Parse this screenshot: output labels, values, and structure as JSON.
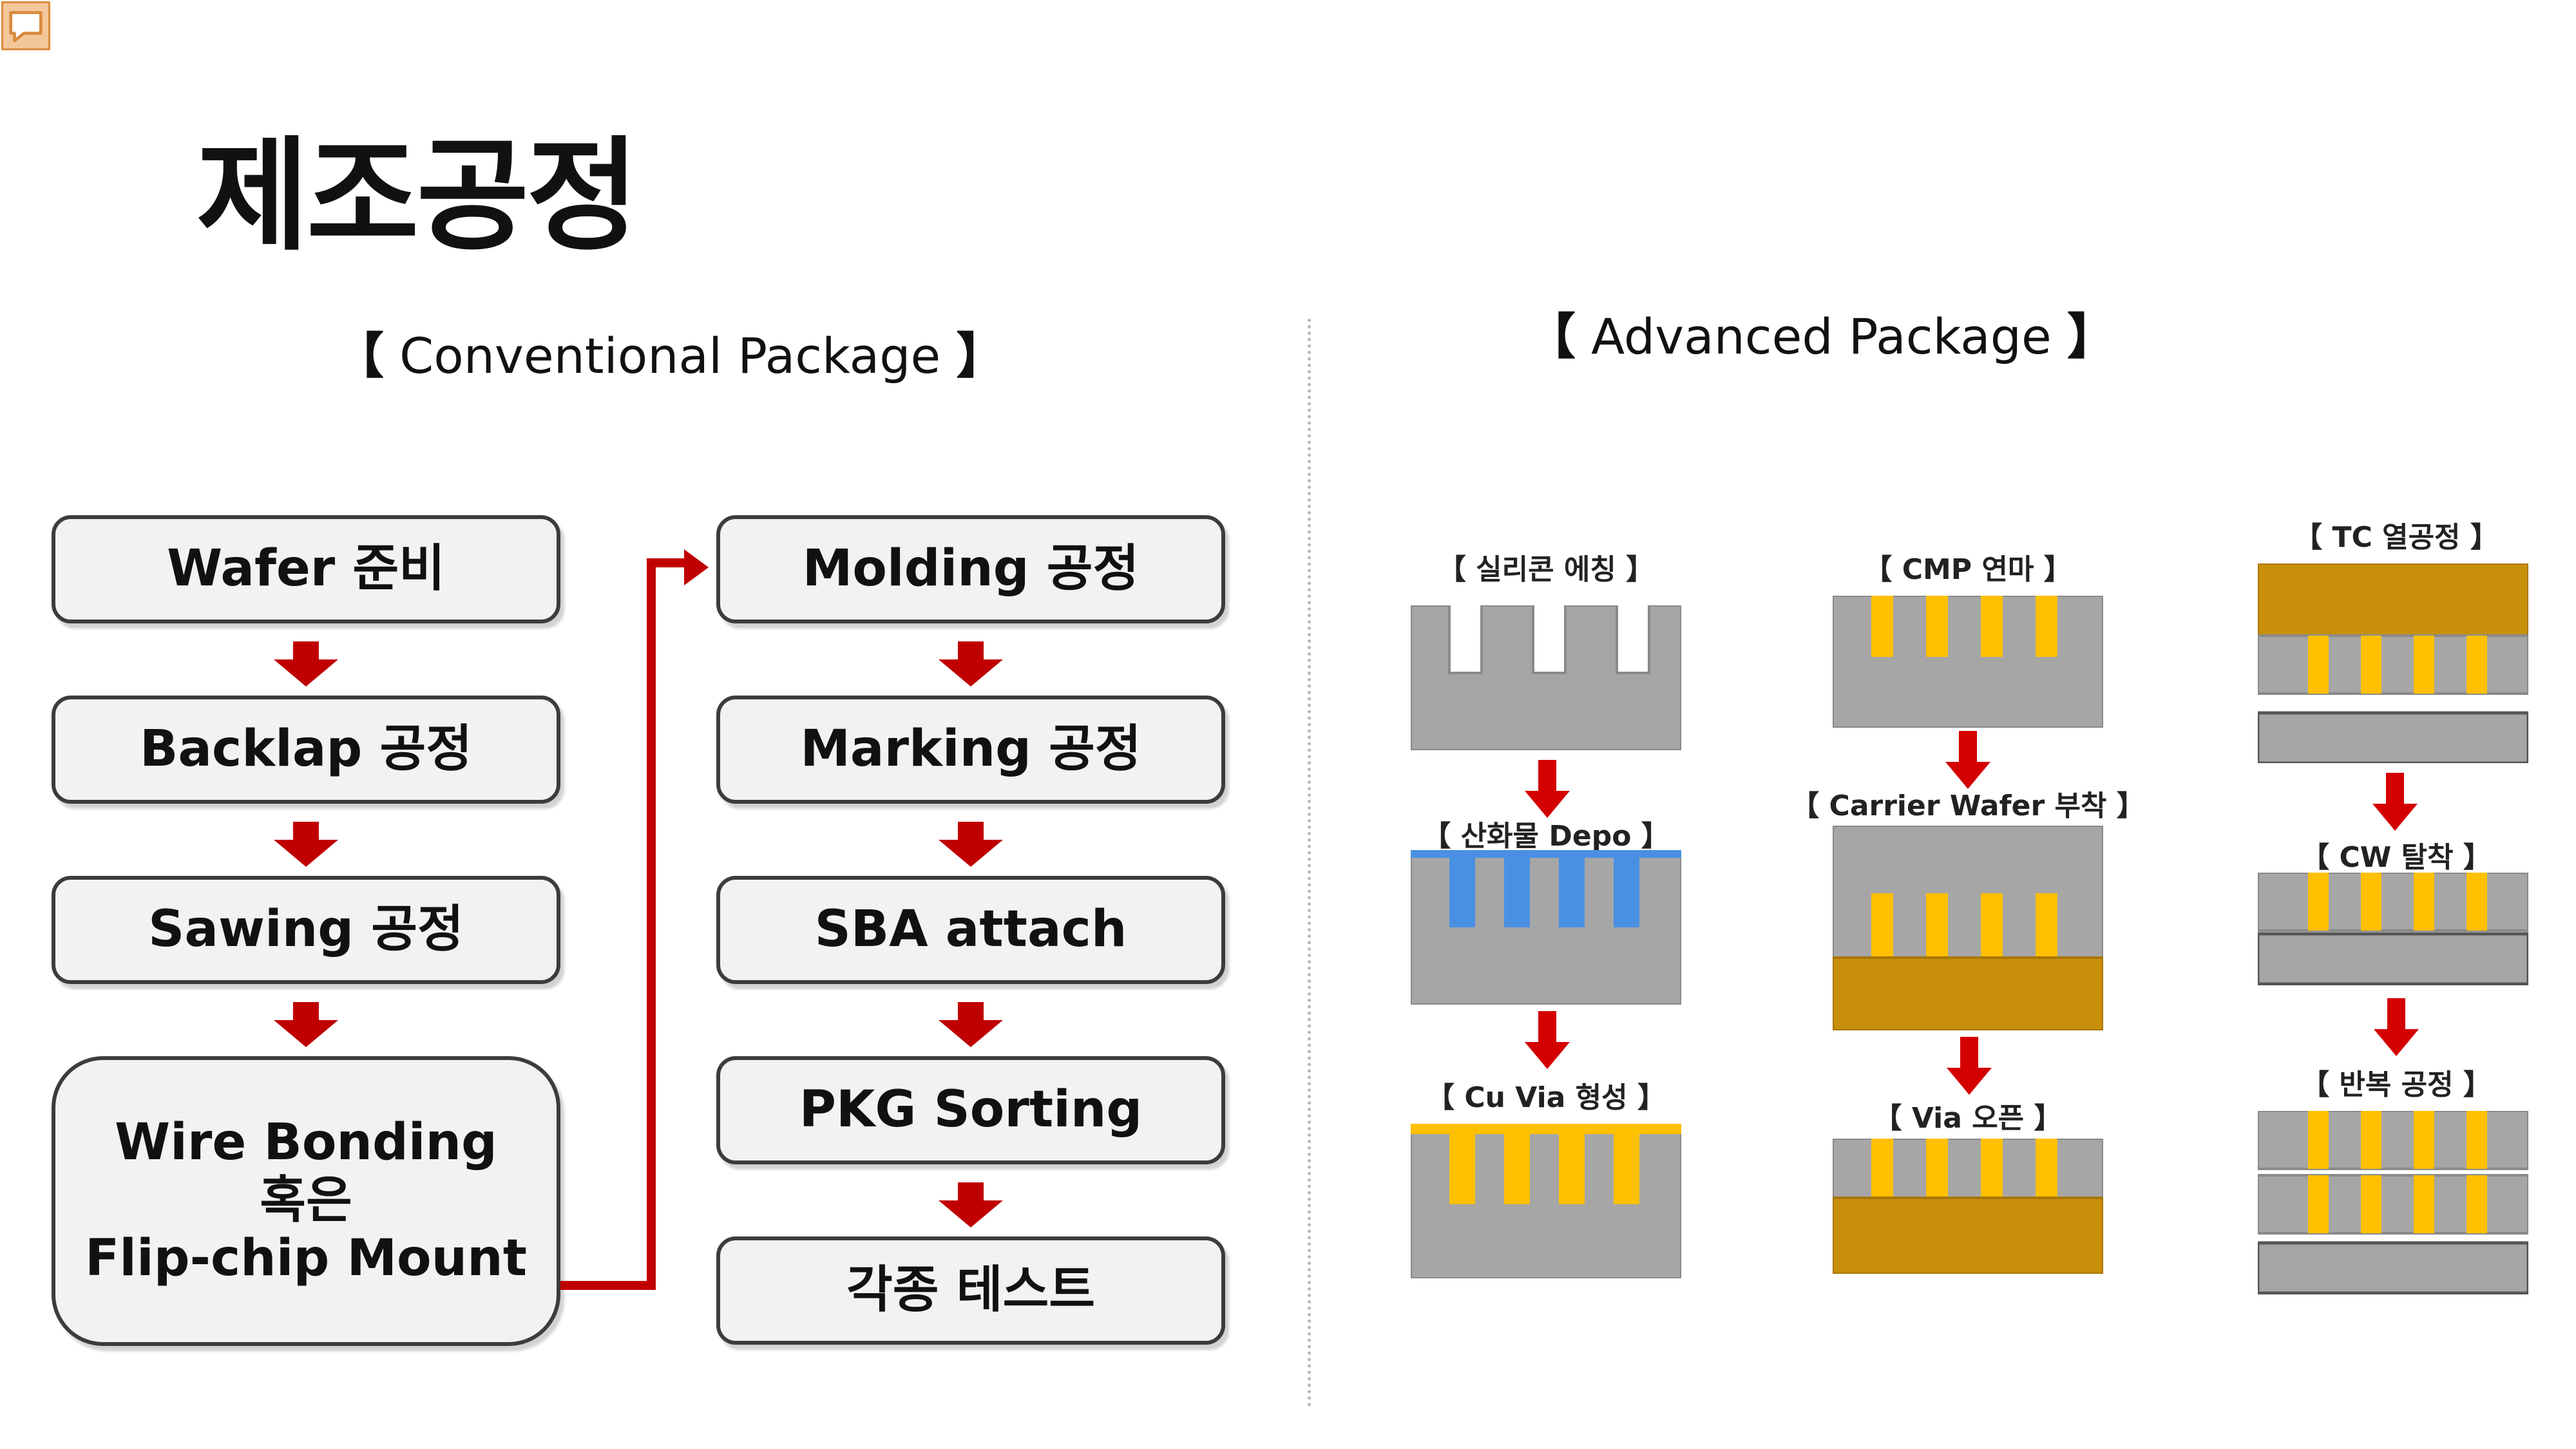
{
  "page_title": "제조공정",
  "conventional": {
    "title": "Conventional Package",
    "bracket_open": "【",
    "bracket_close": "】",
    "left_column": [
      "Wafer 준비",
      "Backlap 공정",
      "Sawing 공정",
      "Wire Bonding\n혹은\nFlip-chip Mount"
    ],
    "right_column": [
      "Molding 공정",
      "Marking 공정",
      "SBA attach",
      "PKG Sorting",
      "각종 테스트"
    ]
  },
  "advanced": {
    "title": "Advanced Package",
    "bracket_open": "【",
    "bracket_close": "】",
    "steps": {
      "silicon_etch": "【 실리콘 에칭 】",
      "oxide_depo": "【 산화물 Depo 】",
      "cu_via": "【 Cu Via 형성 】",
      "cmp": "【 CMP 연마 】",
      "carrier_wafer": "【 Carrier Wafer 부착 】",
      "via_open": "【 Via 오픈 】",
      "tc_bond": "【 TC 열공정 】",
      "cw_detach": "【 CW 탈착 】",
      "repeat": "【 반복 공정 】"
    }
  },
  "colors": {
    "arrow_red": "#c00000",
    "box_fill": "#f2f2f2",
    "silicon_gray": "#a6a6a6",
    "copper_yellow": "#ffc000",
    "oxide_blue": "#4a90e2",
    "carrier_gold": "#c8900a"
  },
  "icons": [
    "comment-icon"
  ]
}
